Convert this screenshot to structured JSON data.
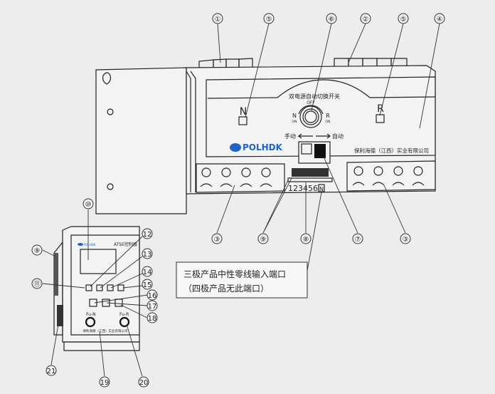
{
  "switch": {
    "panel_title": "双电源自动切换开关",
    "label_n": "N",
    "label_r": "R",
    "knob_off": "OFF",
    "knob_n": "N",
    "knob_n_on": "ON",
    "knob_r": "R",
    "knob_r_on": "ON",
    "manual": "手动",
    "auto": "自动",
    "brand": "POLHDK",
    "company": "保利海德（江西）实业有限公司",
    "terminal_numbers": "123456",
    "terminal_n": "N"
  },
  "controller": {
    "brand": "POLHDK",
    "title": "ATSE控制器",
    "fuse_n": "Fu-N",
    "fuse_r": "Fu-R",
    "company": "保利海德（江西）实业有限公司"
  },
  "note": {
    "line1": "三极产品中性零线输入端口",
    "line2": "（四极产品无此端口）"
  },
  "callouts": {
    "c1": "①",
    "c5a": "⑤",
    "c6": "⑥",
    "c2": "②",
    "c5b": "⑤",
    "c4": "④",
    "c3a": "③",
    "c9a": "⑨",
    "c8": "⑧",
    "c7": "⑦",
    "c3b": "③",
    "c10": "⑩",
    "c9b": "⑨",
    "c11": "⑪",
    "c12": "12",
    "c13": "13",
    "c14": "14",
    "c15": "15",
    "c16": "16",
    "c17": "17",
    "c18": "18",
    "c21": "21",
    "c19": "19",
    "c20": "20"
  },
  "colors": {
    "brand_blue": "#1f63c6"
  }
}
